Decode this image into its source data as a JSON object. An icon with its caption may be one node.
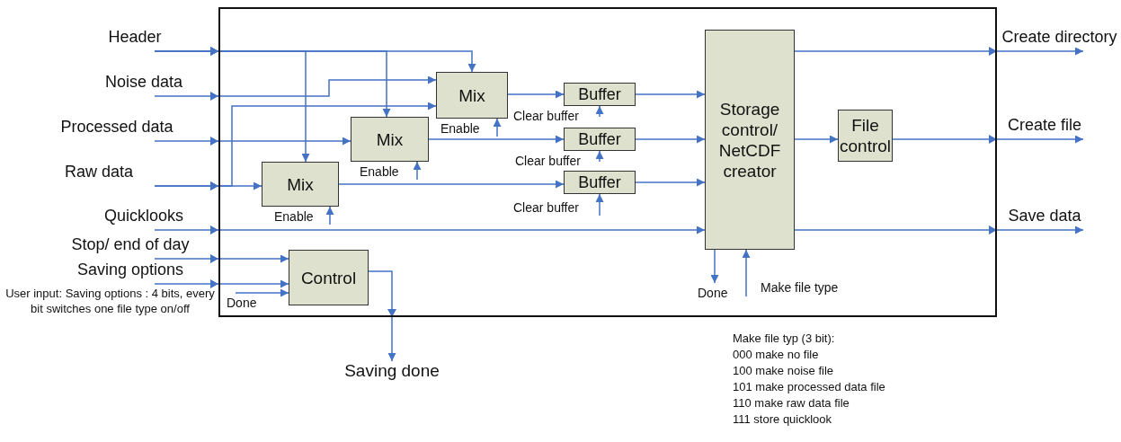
{
  "diagram": {
    "nodes": [
      {
        "text": [],
        "shape": "box"
      },
      {
        "text": [
          "Header"
        ]
      },
      {
        "text": [
          "Noise data"
        ]
      },
      {
        "text": [
          "Processed data"
        ]
      },
      {
        "text": [
          "Raw data"
        ]
      },
      {
        "text": [
          "Quicklooks"
        ]
      },
      {
        "text": [
          "Stop/ end of day"
        ]
      },
      {
        "text": [
          "Saving options"
        ]
      },
      {
        "text": [
          "Mix"
        ],
        "in": 0
      },
      {
        "text": [
          "Mix"
        ],
        "in": 0
      },
      {
        "text": [
          "Mix"
        ],
        "in": 0
      },
      {
        "text": [
          "Buffer"
        ],
        "in": 0
      },
      {
        "text": [
          "Buffer"
        ],
        "in": 0
      },
      {
        "text": [
          "Buffer"
        ],
        "in": 0
      },
      {
        "text": [
          "Storage control/ NetCDF creator"
        ],
        "in": 0
      },
      {
        "text": [
          "File control"
        ],
        "in": 0
      },
      {
        "text": [
          "Control"
        ],
        "in": 0
      },
      {
        "text": [
          "Create directory"
        ]
      },
      {
        "text": [
          "Create file"
        ]
      },
      {
        "text": [
          "Save data"
        ]
      },
      {
        "text": [
          "Saving done"
        ]
      }
    ],
    "edges": [
      {
        "from": 1,
        "to": 8,
        "arrow": "to"
      },
      {
        "from": 1,
        "to": 9,
        "arrow": "to"
      },
      {
        "from": 1,
        "to": 10,
        "arrow": "to"
      },
      {
        "from": 2,
        "to": 8,
        "arrow": "to"
      },
      {
        "from": 3,
        "to": 9,
        "arrow": "to"
      },
      {
        "from": 4,
        "to": 10,
        "arrow": "to"
      },
      {
        "from": 4,
        "to": 8,
        "arrow": "to"
      },
      {
        "from": 5,
        "to": 14,
        "arrow": "to"
      },
      {
        "from": 6,
        "to": 16,
        "arrow": "to"
      },
      {
        "from": 7,
        "to": 16,
        "arrow": "to"
      },
      {
        "from": null,
        "to": 16,
        "arrow": "to",
        "label": "Done"
      },
      {
        "from": null,
        "to": 8,
        "arrow": "to",
        "label": "Enable"
      },
      {
        "from": null,
        "to": 9,
        "arrow": "to",
        "label": "Enable"
      },
      {
        "from": null,
        "to": 10,
        "arrow": "to",
        "label": "Enable"
      },
      {
        "from": 8,
        "to": 11,
        "arrow": "to"
      },
      {
        "from": 9,
        "to": 12,
        "arrow": "to"
      },
      {
        "from": 10,
        "to": 13,
        "arrow": "to"
      },
      {
        "from": null,
        "to": 11,
        "arrow": "to",
        "label": "Clear buffer"
      },
      {
        "from": null,
        "to": 12,
        "arrow": "to",
        "label": "Clear buffer"
      },
      {
        "from": null,
        "to": 13,
        "arrow": "to",
        "label": "Clear buffer"
      },
      {
        "from": 11,
        "to": 14,
        "arrow": "to"
      },
      {
        "from": 12,
        "to": 14,
        "arrow": "to"
      },
      {
        "from": 13,
        "to": 14,
        "arrow": "to"
      },
      {
        "from": 14,
        "to": 15,
        "arrow": "to"
      },
      {
        "from": 14,
        "to": 17,
        "arrow": "to"
      },
      {
        "from": 15,
        "to": 18,
        "arrow": "to"
      },
      {
        "from": 14,
        "to": 19,
        "arrow": "to"
      },
      {
        "from": 14,
        "to": null,
        "arrow": "to",
        "label": "Done"
      },
      {
        "from": null,
        "to": 14,
        "arrow": "to",
        "label": "Make file type"
      },
      {
        "from": 16,
        "to": 20,
        "arrow": "to"
      }
    ],
    "labels": [
      "User input: Saving options : 4 bits, every bit switches one file type on/off",
      "Make file typ (3 bit):",
      "000 make no file",
      "100 make noise file",
      "101 make processed data file",
      "110 make raw data file",
      "111 store quicklook"
    ]
  }
}
